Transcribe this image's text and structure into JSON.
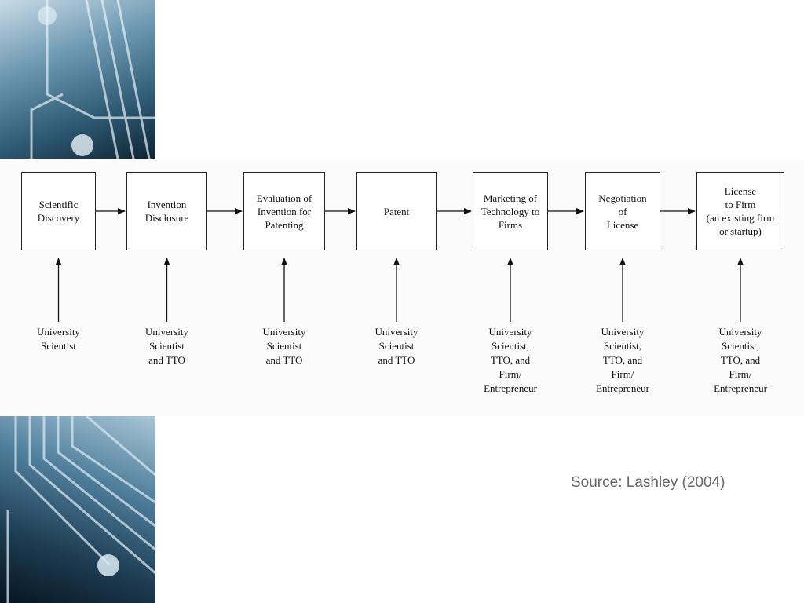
{
  "stages": [
    {
      "label": "Scientific\nDiscovery",
      "actor": "University\nScientist"
    },
    {
      "label": "Invention\nDisclosure",
      "actor": "University\nScientist\nand TTO"
    },
    {
      "label": "Evaluation of\nInvention for\nPatenting",
      "actor": "University\nScientist\nand TTO"
    },
    {
      "label": "Patent",
      "actor": "University\nScientist\nand TTO"
    },
    {
      "label": "Marketing of\nTechnology to\nFirms",
      "actor": "University\nScientist,\nTTO, and\nFirm/\nEntrepreneur"
    },
    {
      "label": "Negotiation\nof\nLicense",
      "actor": "University\nScientist,\nTTO, and\nFirm/\nEntrepreneur"
    },
    {
      "label": "License\nto Firm\n(an existing firm\nor startup)",
      "actor": "University\nScientist,\nTTO, and\nFirm/\nEntrepreneur"
    }
  ],
  "source": "Source: Lashley (2004)",
  "colors": {
    "line": "#111111",
    "source_text": "#666666"
  }
}
